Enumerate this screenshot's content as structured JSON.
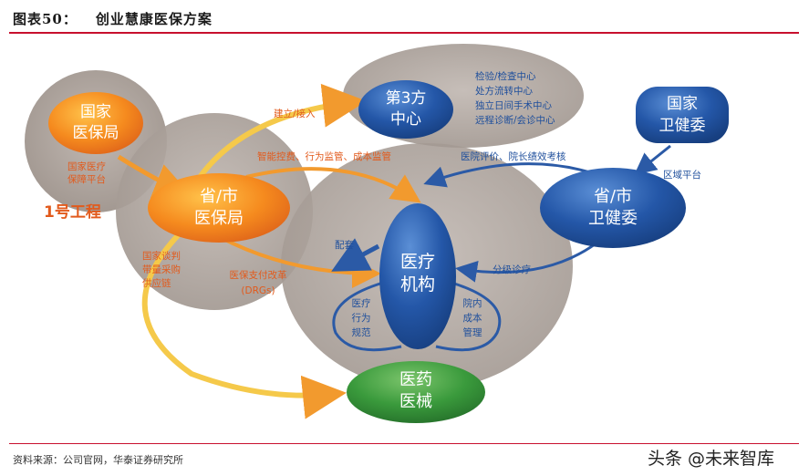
{
  "header": {
    "tag": "图表50：",
    "title": "创业慧康医保方案"
  },
  "source": "资料来源：公司官网，华泰证券研究所",
  "watermark": "头条 @未来智库",
  "nodes": {
    "national_insurance": [
      "国家",
      "医保局"
    ],
    "national_insurance_note": [
      "国家医疗",
      "保障平台"
    ],
    "project_one": "1号工程",
    "prov_insurance": [
      "省/市",
      "医保局"
    ],
    "third_party": [
      "第3方",
      "中心"
    ],
    "third_party_items": [
      "检验/检查中心",
      "处方流转中心",
      "独立日间手术中心",
      "远程诊断/会诊中心"
    ],
    "national_health": [
      "国家",
      "卫健委"
    ],
    "regional_platform": "区域平台",
    "prov_health": [
      "省/市",
      "卫健委"
    ],
    "medical_org": [
      "医疗",
      "机构"
    ],
    "pharma": [
      "医药",
      "医械"
    ]
  },
  "edges": {
    "build_access": "建立/接入",
    "smart_control": "智能控费、行为监管、成本监管",
    "hospital_eval": "医院评价、院长绩效考核",
    "support": "配套",
    "tiered_care": "分级诊疗",
    "payment_reform": [
      "医保支付改革",
      "(DRGs)"
    ],
    "negotiation": [
      "国家谈判",
      "带量采购",
      "供应链"
    ],
    "behavior": [
      "医疗",
      "行为",
      "规范"
    ],
    "cost_mgmt": [
      "院内",
      "成本",
      "管理"
    ]
  },
  "colors": {
    "accent_red": "#c8102e",
    "orange": "#f08a1c",
    "blue": "#1f4f9c",
    "green": "#2f8a3a",
    "gray_circle": "#a59d97",
    "orange_text": "#e25a1c",
    "blue_text": "#1f4f9c"
  }
}
